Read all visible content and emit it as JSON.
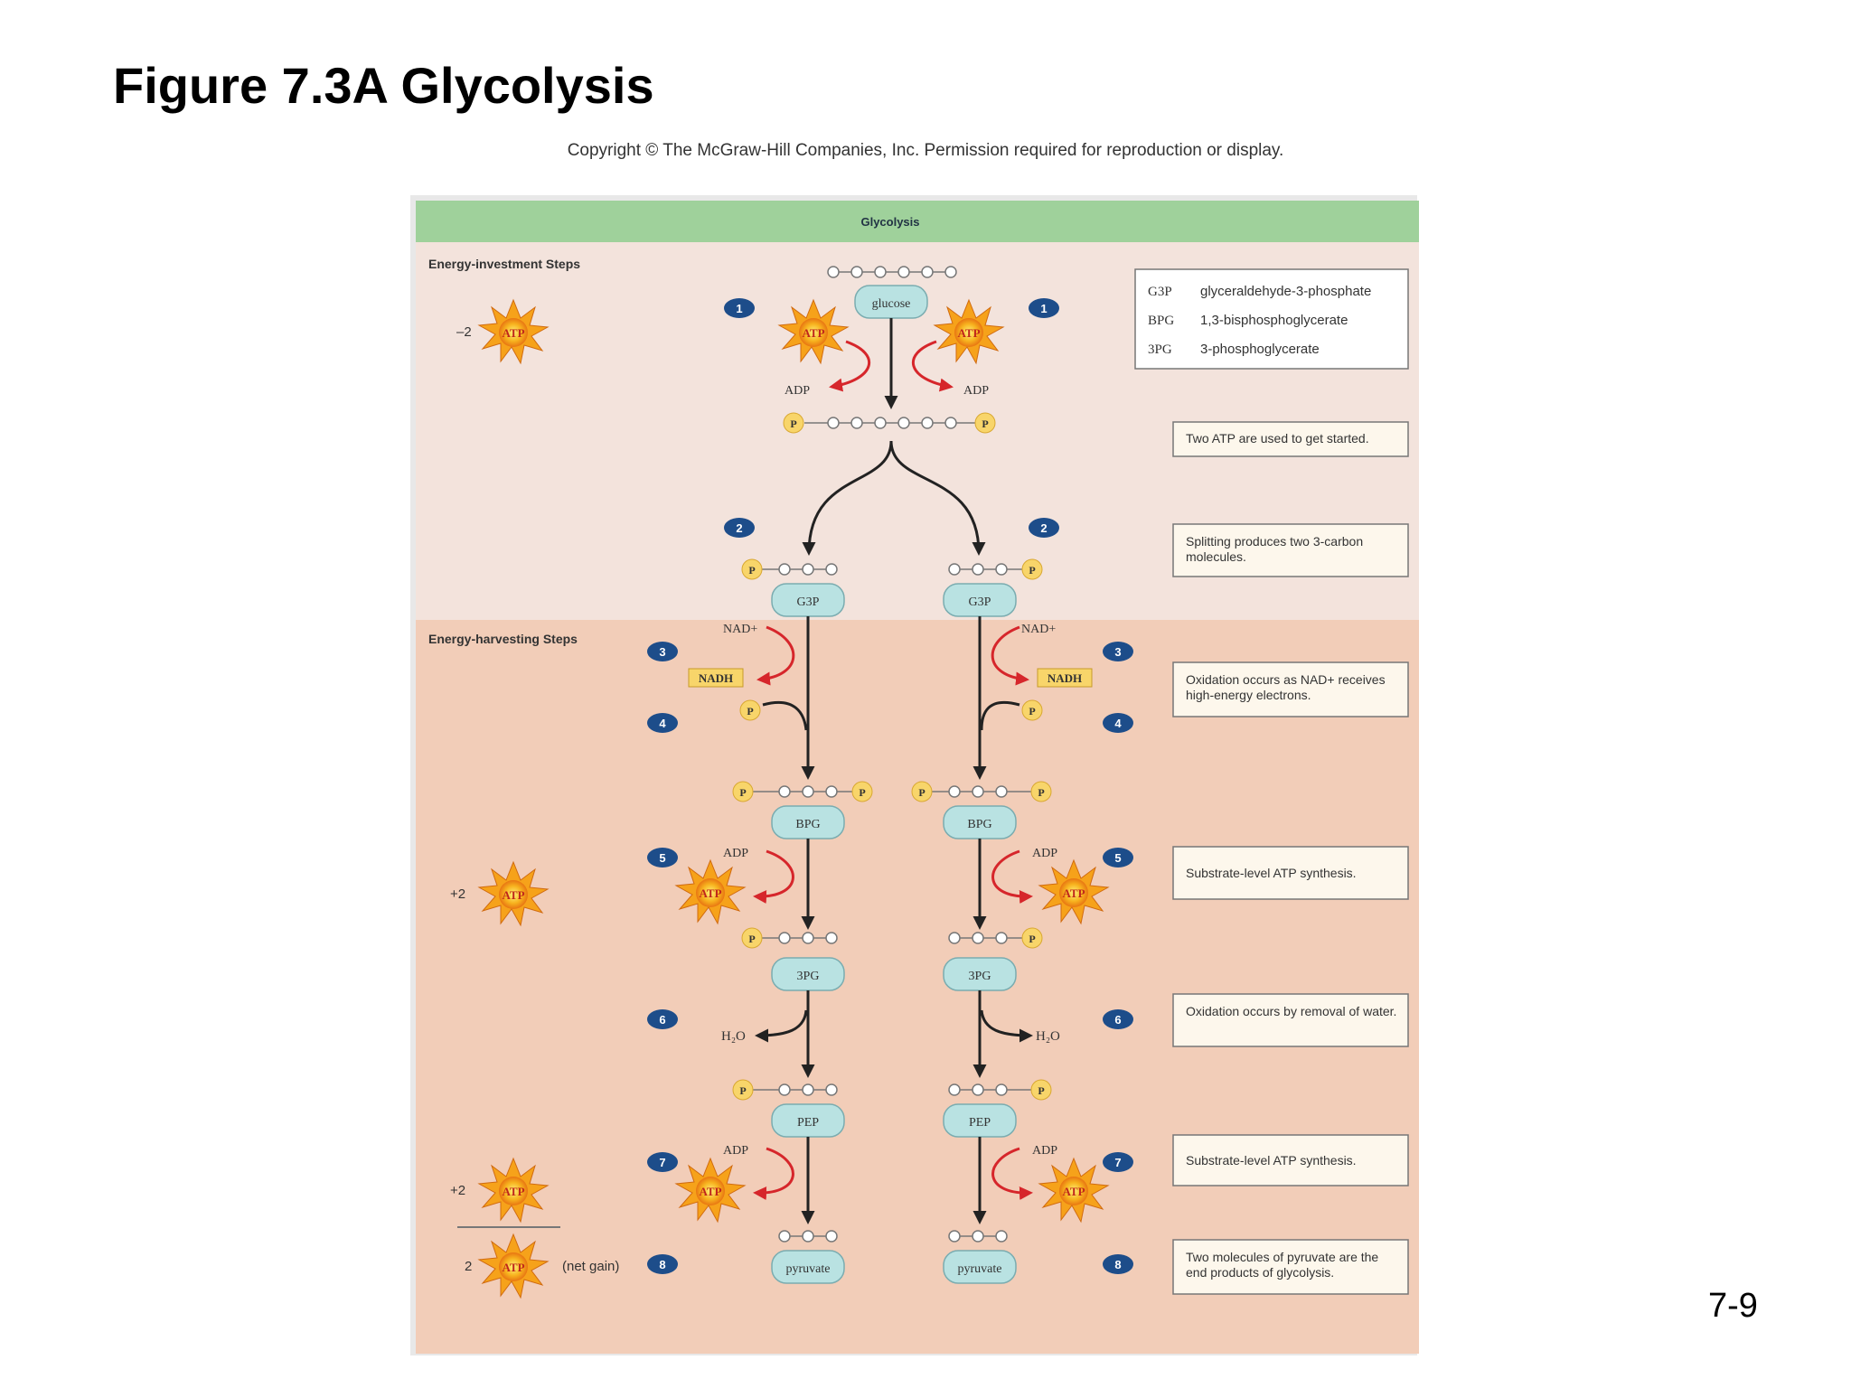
{
  "title": "Figure 7.3A Glycolysis",
  "copyright": "Copyright © The McGraw-Hill Companies, Inc. Permission required for reproduction or display.",
  "slide_number": "7-9",
  "banner": "Glycolysis",
  "sections": {
    "investment": "Energy-investment Steps",
    "harvesting": "Energy-harvesting Steps"
  },
  "legend": [
    {
      "abbr": "G3P",
      "term": "glyceraldehyde-3-phosphate"
    },
    {
      "abbr": "BPG",
      "term": "1,3-bisphosphoglycerate"
    },
    {
      "abbr": "3PG",
      "term": "3-phosphoglycerate"
    }
  ],
  "notes": {
    "atp_used": "Two ATP are used to get started.",
    "splitting": "Splitting produces two 3-carbon molecules.",
    "oxidation_nad": "Oxidation occurs as NAD+ receives high-energy electrons.",
    "substrate_1": "Substrate-level ATP synthesis.",
    "oxidation_water": "Oxidation occurs by removal of water.",
    "substrate_2": "Substrate-level ATP synthesis.",
    "pyruvate_end": "Two molecules of pyruvate are the end products of glycolysis."
  },
  "molecules": {
    "glucose": "glucose",
    "g3p": "G3P",
    "bpg": "BPG",
    "pg3": "3PG",
    "pep": "PEP",
    "pyruvate": "pyruvate"
  },
  "labels": {
    "atp": "ATP",
    "adp": "ADP",
    "nad": "NAD+",
    "nadh": "NADH",
    "phosphate": "P",
    "water": "H₂O",
    "net_gain": "(net gain)"
  },
  "tally": {
    "minus2": "–2",
    "plus2_a": "+2",
    "plus2_b": "+2",
    "net": "2"
  },
  "steps": {
    "s1": "1",
    "s2": "2",
    "s3": "3",
    "s4": "4",
    "s5": "5",
    "s6": "6",
    "s7": "7",
    "s8": "8"
  },
  "colors": {
    "banner": "#9fd19b",
    "investment_bg": "#f3e3dc",
    "harvesting_bg": "#f2cdb8",
    "molecule_fill": "#b9e2e2",
    "step_badge": "#1d4d8a",
    "arrow_red": "#d6262b",
    "atp_star": "#f6a21a",
    "phosphate": "#f8d56a",
    "note_box": "#fdf7ec"
  }
}
